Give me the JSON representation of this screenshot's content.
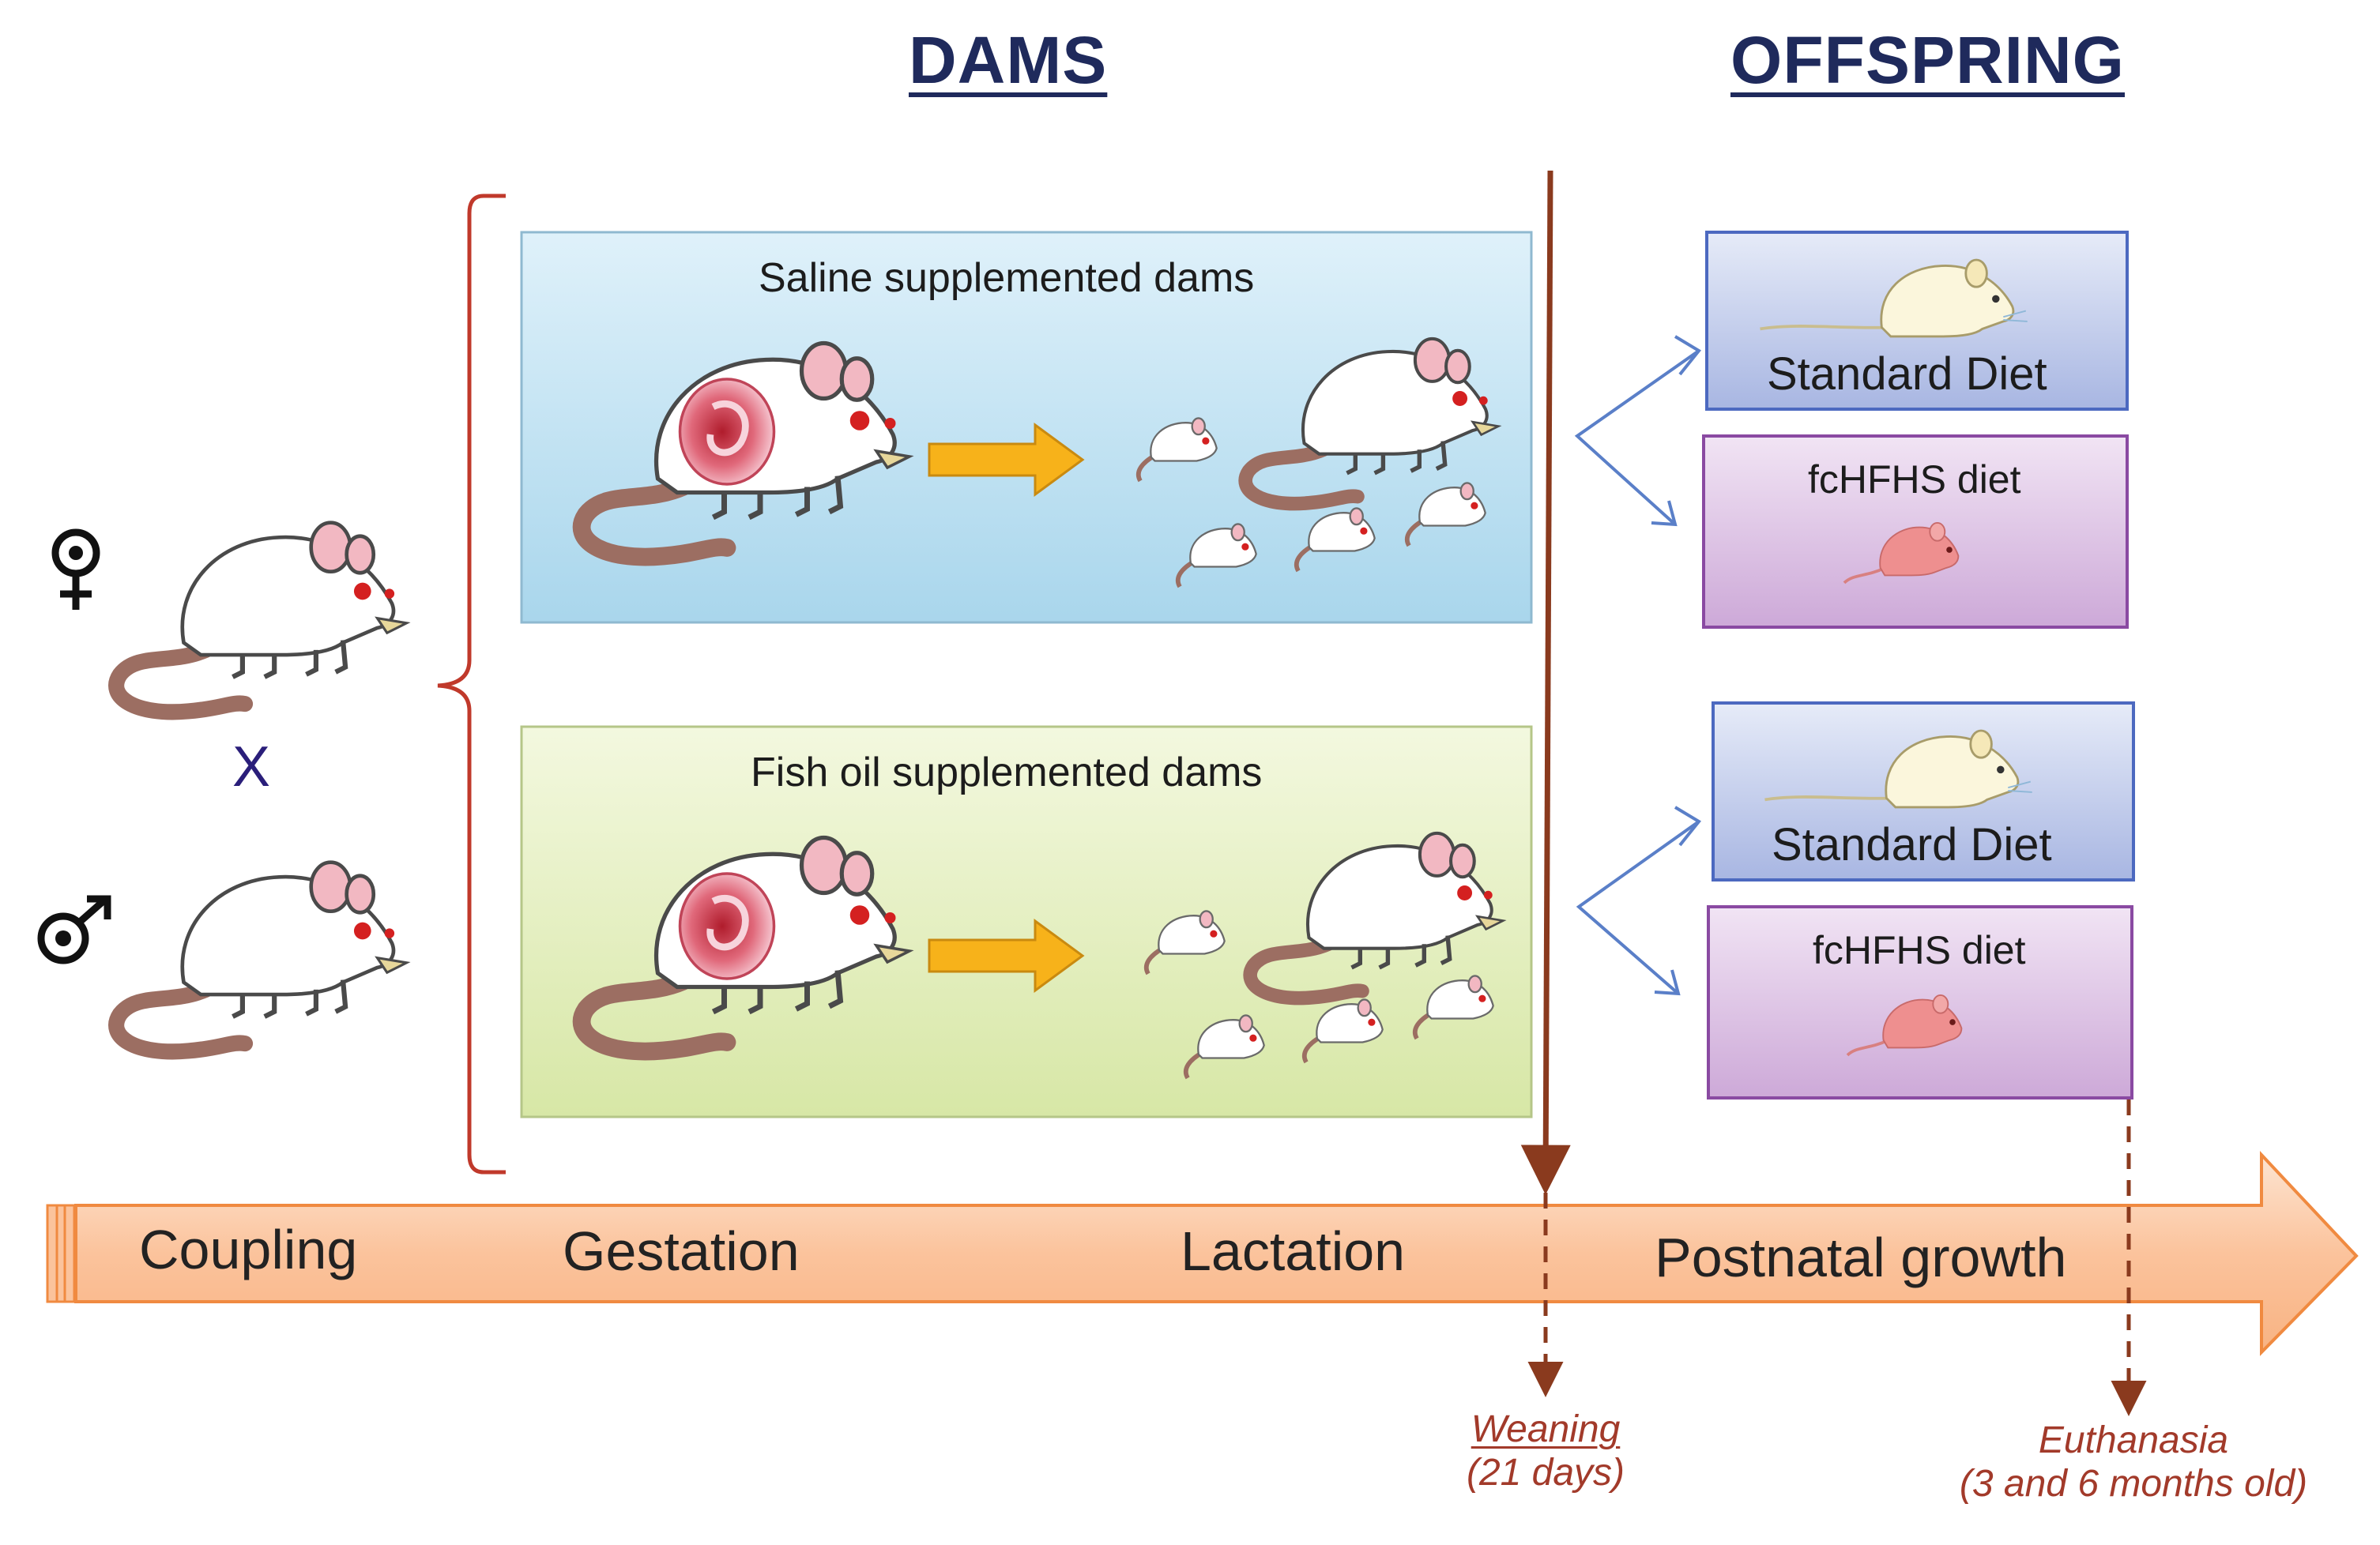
{
  "headers": {
    "dams": "DAMS",
    "offspring": "OFFSPRING"
  },
  "groups": [
    {
      "title": "Saline supplemented  dams",
      "color": "#cbe6f3"
    },
    {
      "title": "Fish oil supplemented dams",
      "color": "#e4efc4"
    }
  ],
  "offspring_diets": [
    {
      "standard": "Standard Diet",
      "fchfhs": "fcHFHS diet"
    },
    {
      "standard": "Standard Diet",
      "fchfhs": "fcHFHS diet"
    }
  ],
  "cross_symbol": "X",
  "sex_symbols": {
    "female": "female-symbol",
    "male": "male-symbol"
  },
  "timeline": {
    "stages": [
      "Coupling",
      "Gestation",
      "Lactation",
      "Postnatal growth"
    ],
    "color": "#fbc9a4"
  },
  "events": {
    "weaning": {
      "label": "Weaning",
      "sub": "(21 days)"
    },
    "euthanasia": {
      "label": "Euthanasia",
      "sub": "(3 and 6 months old)"
    }
  }
}
